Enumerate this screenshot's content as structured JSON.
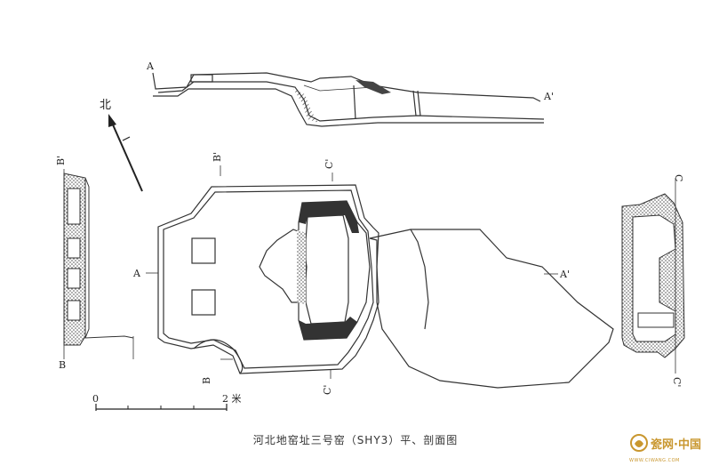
{
  "labels": {
    "north": "北",
    "a_left": "A",
    "a_right": "A'",
    "b_top": "B'",
    "b_bottom": "B",
    "c_top": "C'",
    "c_bottom": "C'",
    "c_section_top": "C",
    "c_section_bottom": "C'",
    "scale_start": "0",
    "scale_end": "2 米"
  },
  "caption": "河北地窑址三号窑（SHY3）平、剖面图",
  "watermark": {
    "text": "瓷网·中国",
    "subtext": "WWW.CIWANG.COM",
    "color": "#c9972f"
  },
  "colors": {
    "line": "#333333",
    "hatch": "#555555"
  }
}
